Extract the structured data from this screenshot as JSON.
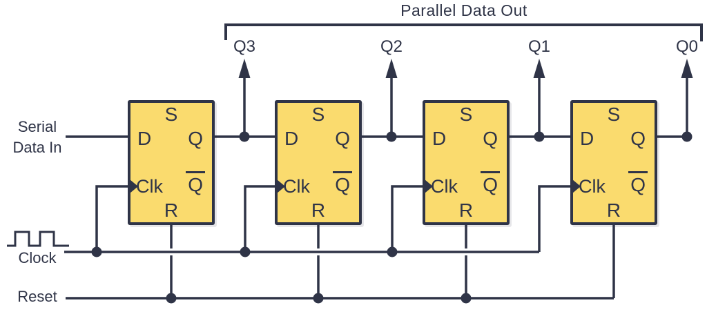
{
  "diagram": {
    "title": "Parallel Data Out",
    "outputs": [
      {
        "label": "Q3"
      },
      {
        "label": "Q2"
      },
      {
        "label": "Q1"
      },
      {
        "label": "Q0"
      }
    ],
    "inputs": {
      "serial_line1": "Serial",
      "serial_line2": "Data In",
      "clock": "Clock",
      "reset": "Reset"
    },
    "flip_flop_count": 4,
    "flip_flop_pins": {
      "set": "S",
      "data": "D",
      "q": "Q",
      "clk": "Clk",
      "q_bar": "Q",
      "reset": "R"
    },
    "colors": {
      "line": "#2f3447",
      "flip_flop_fill": "#fadb6e",
      "background": "#ffffff"
    }
  }
}
